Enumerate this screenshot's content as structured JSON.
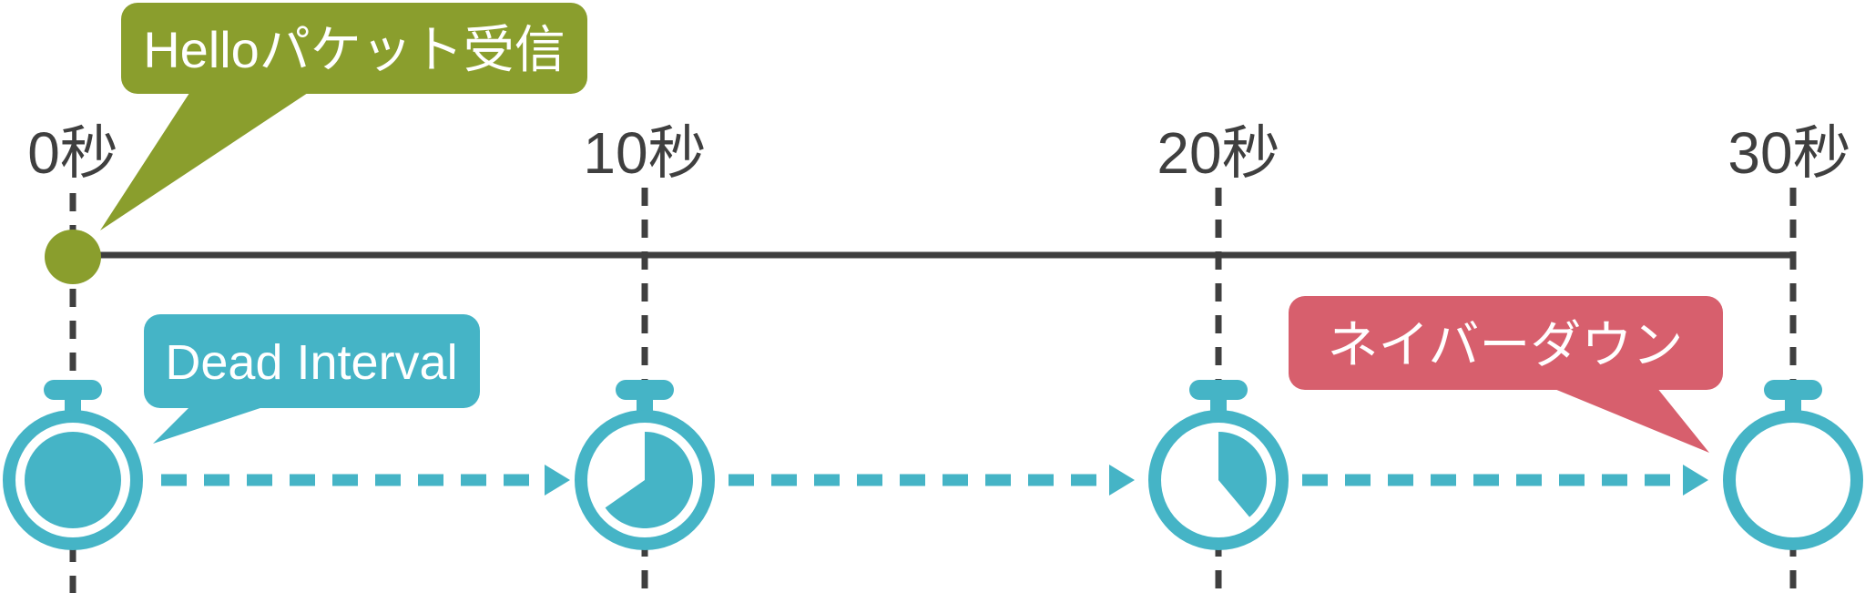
{
  "figure": {
    "background": "#FFFFFF",
    "description_domain": "timeline-diagram"
  },
  "palette": {
    "olive_green": "#8A9E2D",
    "teal": "#45B4C6",
    "rose_red": "#D75F6D",
    "line_dark": "#3F3F3F",
    "white": "#FFFFFF"
  },
  "timeline": {
    "tick_labels": [
      "0秒",
      "10秒",
      "20秒",
      "30秒"
    ]
  },
  "callouts": {
    "hello_packet": {
      "text": "Helloパケット受信",
      "color": "#8A9E2D"
    },
    "dead_interval": {
      "text": "Dead Interval",
      "color": "#45B4C6"
    },
    "neighbor_down": {
      "text": "ネイバーダウン",
      "color": "#D75F6D"
    }
  },
  "stopwatches": [
    {
      "at": "0秒",
      "remaining_fraction": 1.0
    },
    {
      "at": "10秒",
      "remaining_fraction": 0.65
    },
    {
      "at": "20秒",
      "remaining_fraction": 0.39
    },
    {
      "at": "30秒",
      "remaining_fraction": 0.0
    }
  ]
}
